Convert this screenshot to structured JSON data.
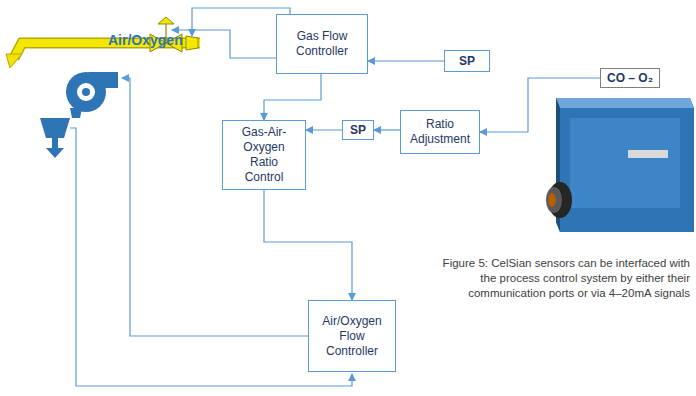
{
  "diagram": {
    "caption": "Figure 5: CelSian sensors can be interfaced with the process control system by either their communication ports or via 4–20mA signals",
    "nodes": [
      {
        "text": [
          "Gas Flow Controller"
        ]
      },
      {
        "text": [
          "SP"
        ]
      },
      {
        "text": [
          "Gas-Air-Oxygen Ratio Control"
        ]
      },
      {
        "text": [
          "SP"
        ]
      },
      {
        "text": [
          "Ratio Adjustment"
        ]
      },
      {
        "text": [
          "CO – O₂"
        ]
      },
      {
        "text": [
          "Air/Oxygen Flow Controller"
        ]
      }
    ],
    "edges": [
      {
        "from": 1,
        "to": 0,
        "arrow": "to"
      },
      {
        "from": 0,
        "to": 2,
        "arrow": "to"
      },
      {
        "from": 3,
        "to": 2,
        "arrow": "to"
      },
      {
        "from": 4,
        "to": 3,
        "arrow": "to"
      },
      {
        "from": 5,
        "to": 4,
        "arrow": "to"
      },
      {
        "from": 2,
        "to": 6,
        "arrow": "to"
      }
    ],
    "labels": [
      "Air/Oxygen"
    ]
  }
}
